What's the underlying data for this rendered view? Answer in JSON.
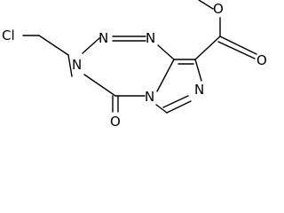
{
  "molecule": {
    "atoms": {
      "chlorine": "Cl",
      "n1": "N",
      "n2": "N",
      "n3": "N",
      "n5": "N",
      "n7": "N",
      "carbonyl_oxygen": "O",
      "ester_oxygen_double": "O",
      "ester_oxygen_single": "O"
    }
  }
}
